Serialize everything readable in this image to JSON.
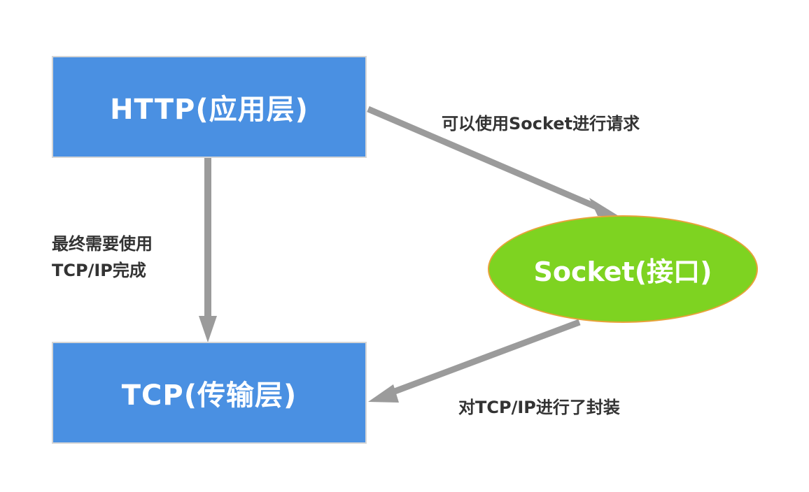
{
  "nodes": {
    "http": "HTTP(应用层)",
    "tcp": "TCP(传输层)",
    "socket": "Socket(接口)"
  },
  "edges": {
    "http_to_tcp_line1": "最终需要使用",
    "http_to_tcp_line2": "TCP/IP完成",
    "http_to_socket": "可以使用Socket进行请求",
    "socket_to_tcp": "对TCP/IP进行了封装"
  },
  "colors": {
    "box_fill": "#4a90e2",
    "ellipse_fill": "#7ed321",
    "ellipse_border": "#e8a23a",
    "arrow": "#9b9b9b",
    "label_text": "#333333"
  }
}
